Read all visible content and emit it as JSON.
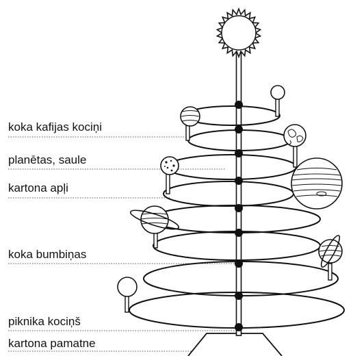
{
  "labels": {
    "coffee_sticks": "koka kafijas kociņi",
    "planets_sun": "planētas, saule",
    "cardboard_rings": "kartona apļi",
    "wooden_balls": "koka bumbiņas",
    "picnic_skewer": "piknika kociņš",
    "cardboard_base": "kartona pamatne"
  },
  "colors": {
    "ink": "#111111",
    "leader": "#555555",
    "background": "#ffffff"
  }
}
